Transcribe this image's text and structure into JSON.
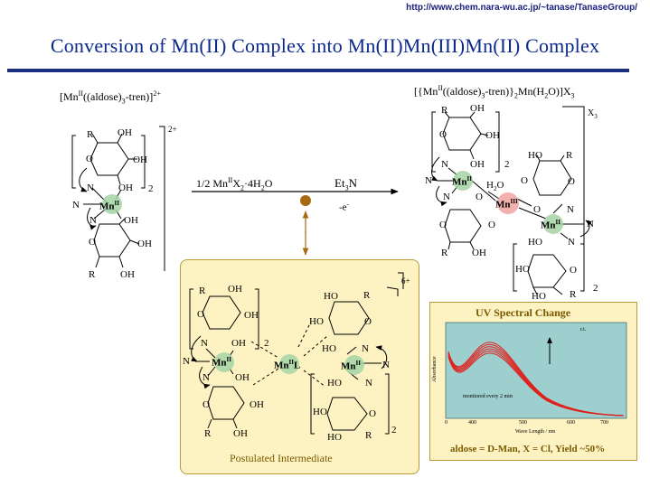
{
  "header": {
    "url": "http://www.chem.nara-wu.ac.jp/~tanase/TanaseGroup/",
    "title": "Conversion of Mn(II) Complex into Mn(II)Mn(III)Mn(II) Complex"
  },
  "left_complex": {
    "formula": "[Mn(aldose)3-tren)]2+",
    "formula_parts": [
      "[Mn",
      "II",
      "((aldose)",
      "3",
      "-tren)]",
      "2+"
    ],
    "charge": "2+"
  },
  "reaction": {
    "reagent_parts": [
      "1/2 Mn",
      "II",
      "X",
      "2",
      "·4H",
      "2",
      "O"
    ],
    "base_parts": [
      "Et",
      "3",
      "N"
    ],
    "oxidation_parts": [
      "-e",
      "-"
    ]
  },
  "right_complex": {
    "formula_parts": [
      "[{Mn",
      "II",
      "((aldose)",
      "3",
      "-tren)}",
      "2",
      "Mn(H",
      "2",
      "O)]X",
      "3"
    ],
    "counterion": "X3"
  },
  "intermediate": {
    "charge": "6+",
    "caption": "Postulated Intermediate",
    "center_label_parts": [
      "Mn",
      "II",
      "L"
    ]
  },
  "structure_labels": {
    "R": "R",
    "OH": "OH",
    "HO": "HO",
    "O": "O",
    "N": "N",
    "Mn": "Mn",
    "MnII": "II",
    "MnIII": "III",
    "H2O_parts": [
      "H",
      "2",
      "O"
    ],
    "bridge_count": "2"
  },
  "uv": {
    "title": "UV Spectral Change",
    "ylabel": "Absorbance",
    "xlabel": "Wave Length / nm",
    "annotation": "monitored every 2 min",
    "rt": "r.t.",
    "xticks": [
      "400",
      "500",
      "600",
      "700"
    ],
    "x0": "0",
    "condition": "aldose = D-Man, X = Cl, Yield ~50%",
    "bg": "#9dcfce",
    "curve_color": "#e0201c",
    "scan_count": 6
  },
  "colors": {
    "title": "#0d2a8a",
    "mn2": "#a5d4a4",
    "mn3": "#f1a9a6",
    "dot": "#a86a10",
    "arrow": "#a86a10",
    "panel": "#fdf3c2"
  }
}
